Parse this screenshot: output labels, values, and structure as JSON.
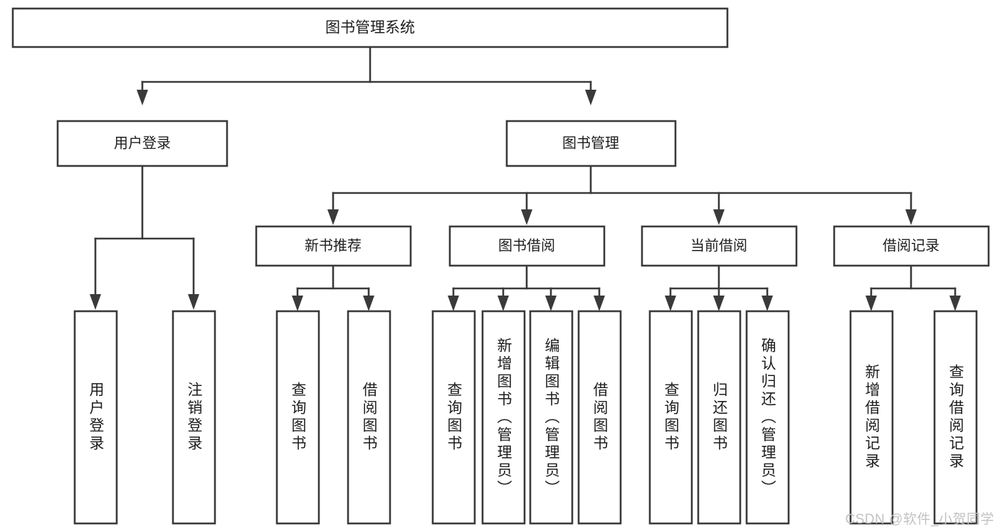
{
  "diagram": {
    "title": "图书管理系统",
    "type": "hierarchical-tree",
    "colors": {
      "background": "#ffffff",
      "box_stroke": "#3a3a3a",
      "box_fill": "#ffffff",
      "text": "#1d1d1d",
      "watermark": "#c2c2c2"
    },
    "root": {
      "label": "图书管理系统"
    },
    "level2": [
      {
        "label": "用户登录"
      },
      {
        "label": "图书管理"
      }
    ],
    "level3": [
      {
        "label": "新书推荐"
      },
      {
        "label": "图书借阅"
      },
      {
        "label": "当前借阅"
      },
      {
        "label": "借阅记录"
      }
    ],
    "leaves": {
      "user_login": [
        {
          "label": "用户登录"
        },
        {
          "label": "注销登录"
        }
      ],
      "new_book_recommend": [
        {
          "label": "查询图书"
        },
        {
          "label": "借阅图书"
        }
      ],
      "book_borrow": [
        {
          "label": "查询图书"
        },
        {
          "label": "新增图书（管理员）"
        },
        {
          "label": "编辑图书（管理员）"
        },
        {
          "label": "借阅图书"
        }
      ],
      "current_borrow": [
        {
          "label": "查询图书"
        },
        {
          "label": "归还图书"
        },
        {
          "label": "确认归还（管理员）"
        }
      ],
      "borrow_record": [
        {
          "label": "新增借阅记录"
        },
        {
          "label": "查询借阅记录"
        }
      ]
    },
    "watermark": "CSDN @软件_小贺同学"
  }
}
